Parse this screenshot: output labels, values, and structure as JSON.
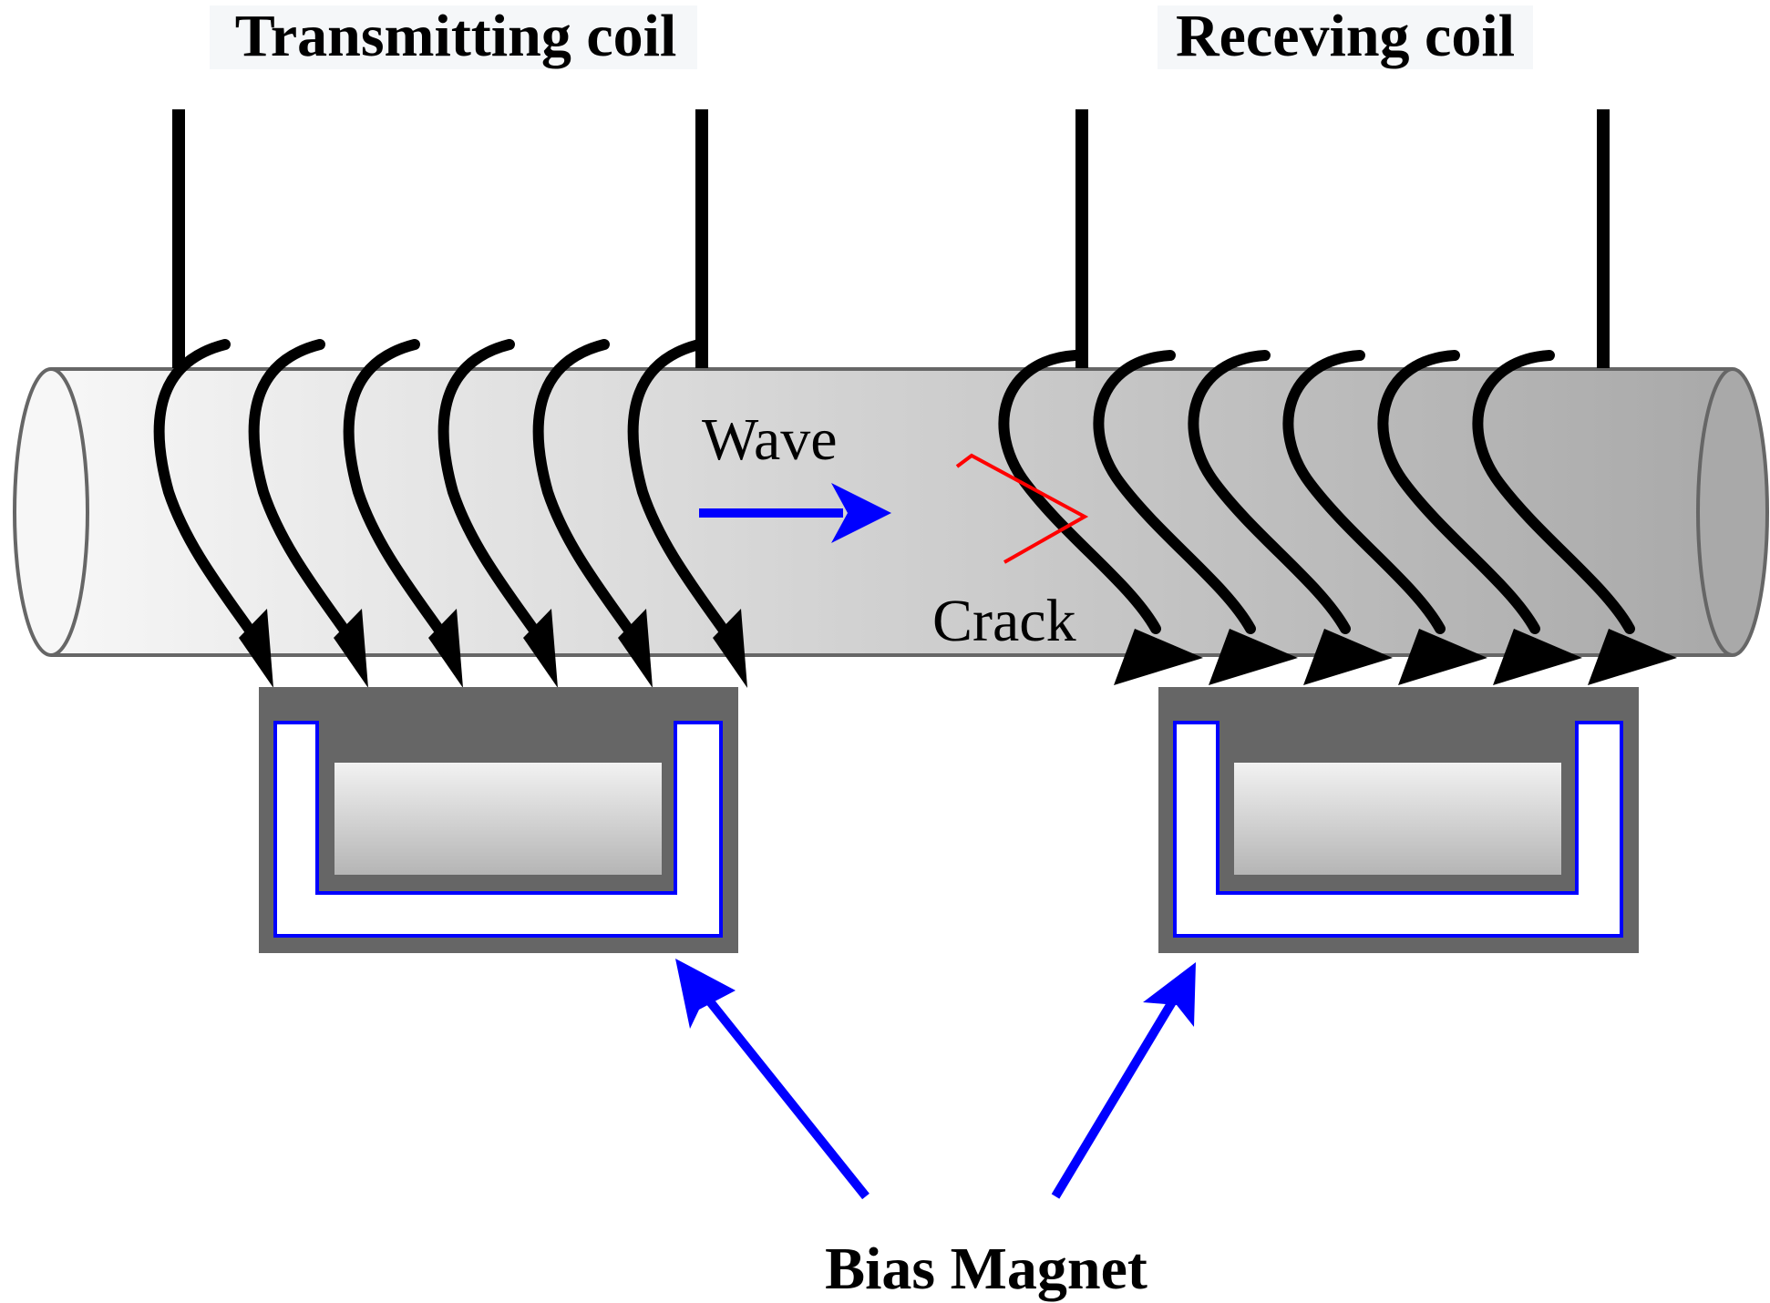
{
  "labels": {
    "transmitting_coil": "Transmitting coil",
    "receiving_coil": "Receving coil",
    "wave": "Wave",
    "crack": "Crack",
    "bias_magnet": "Bias Magnet"
  },
  "colors": {
    "wire": "#000000",
    "arrow": "#0000ff",
    "crack": "#ff0000",
    "magnet_frame": "#666666",
    "magnet_outline": "#0000ff",
    "label_background": "#f5f7f9"
  }
}
